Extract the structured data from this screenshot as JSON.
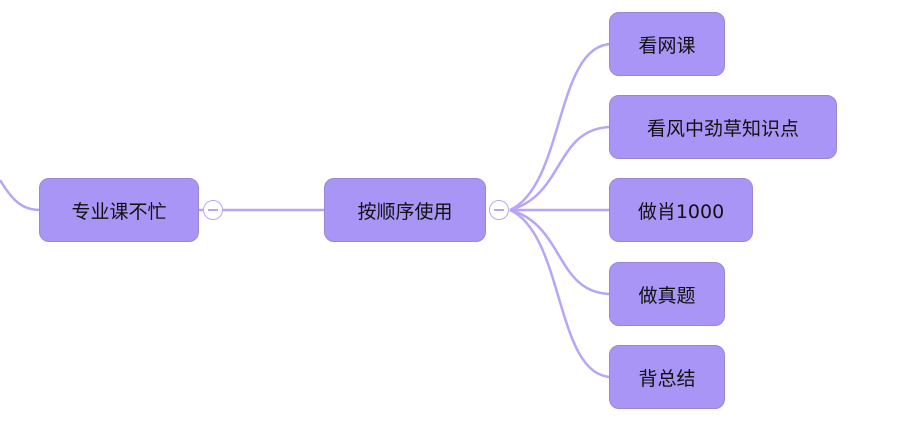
{
  "colors": {
    "node_fill": "#a995f5",
    "connector": "#b8a5f7"
  },
  "nodes": {
    "parent": "专业课不忙",
    "center": "按顺序使用",
    "children": [
      "看网课",
      "看风中劲草知识点",
      "做肖1000",
      "做真题",
      "背总结"
    ]
  },
  "toggles": {
    "parent_toggle_icon": "minus-icon",
    "center_toggle_icon": "minus-icon"
  }
}
